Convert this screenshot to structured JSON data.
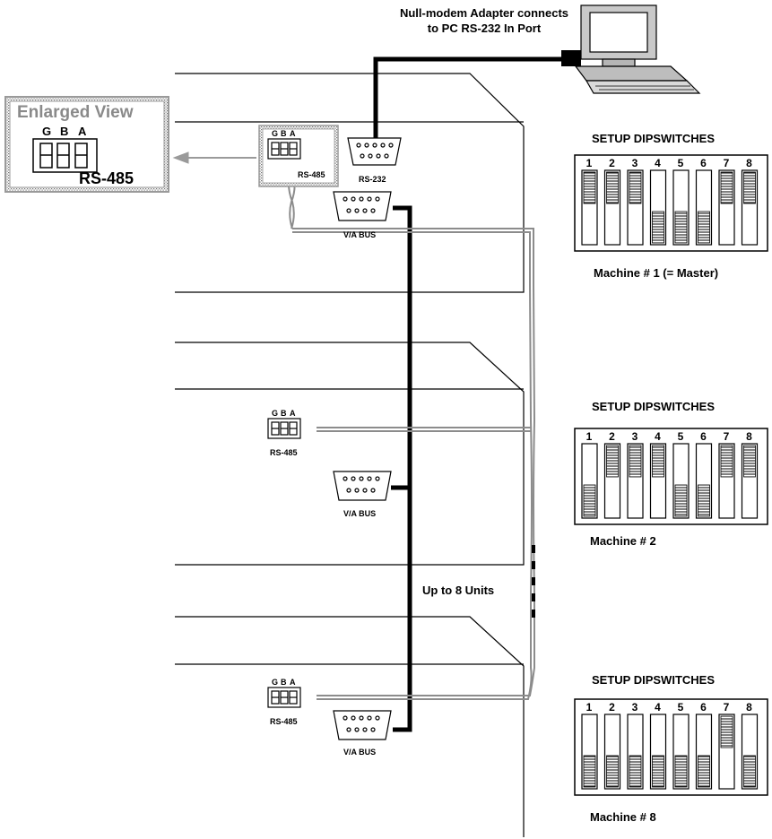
{
  "header": {
    "pc_note_line1": "Null-modem Adapter connects",
    "pc_note_line2": "to PC RS-232 In Port"
  },
  "enlarged": {
    "title": "Enlarged View",
    "pins": [
      "G",
      "B",
      "A"
    ],
    "label": "RS-485"
  },
  "units": [
    {
      "pins": [
        "G",
        "B",
        "A"
      ],
      "rs485": "RS-485",
      "rs232": "RS-232",
      "vabus": "V/A BUS",
      "setup_title": "SETUP DIPSWITCHES",
      "switch_numbers": [
        "1",
        "2",
        "3",
        "4",
        "5",
        "6",
        "7",
        "8"
      ],
      "switch_states": [
        "up",
        "up",
        "up",
        "down",
        "down",
        "down",
        "up",
        "up"
      ],
      "machine_label": "Machine # 1 (= Master)"
    },
    {
      "pins": [
        "G",
        "B",
        "A"
      ],
      "rs485": "RS-485",
      "vabus": "V/A BUS",
      "setup_title": "SETUP DIPSWITCHES",
      "switch_numbers": [
        "1",
        "2",
        "3",
        "4",
        "5",
        "6",
        "7",
        "8"
      ],
      "switch_states": [
        "down",
        "up",
        "up",
        "up",
        "down",
        "down",
        "up",
        "up"
      ],
      "machine_label": "Machine # 2"
    },
    {
      "pins": [
        "G",
        "B",
        "A"
      ],
      "rs485": "RS-485",
      "vabus": "V/A BUS",
      "setup_title": "SETUP DIPSWITCHES",
      "switch_numbers": [
        "1",
        "2",
        "3",
        "4",
        "5",
        "6",
        "7",
        "8"
      ],
      "switch_states": [
        "down",
        "down",
        "down",
        "down",
        "down",
        "down",
        "up",
        "down"
      ],
      "machine_label": "Machine # 8"
    }
  ],
  "up_to_label": "Up to 8 Units",
  "colors": {
    "line": "#000000",
    "frame": "#9a9a9a",
    "twisted": "#8c8c8c",
    "bg": "#ffffff"
  }
}
